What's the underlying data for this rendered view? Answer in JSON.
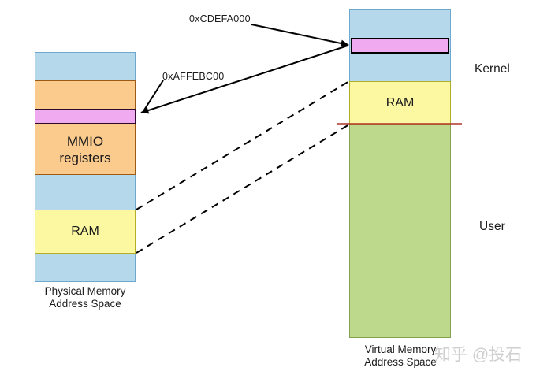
{
  "diagram": {
    "title_implicit": "MMIO physical-to-virtual memory mapping",
    "addresses": {
      "virtual_addr": "0xCDEFA000",
      "physical_addr": "0xAFFEBC00"
    },
    "physical": {
      "mmio_line1": "MMIO",
      "mmio_line2": "registers",
      "ram_label": "RAM",
      "label_line1": "Physical Memory",
      "label_line2": "Address Space"
    },
    "virtual": {
      "ram_label": "RAM",
      "kernel_label": "Kernel",
      "user_label": "User",
      "label_line1": "Virtual Memory",
      "label_line2": "Address Space"
    },
    "watermark": "知乎 @投石",
    "colors": {
      "blue_fill": "#b5d9ea",
      "blue_border": "#6fa8cf",
      "orange_fill": "#fbca8d",
      "orange_border": "#9c5a15",
      "purple_fill": "#f0aaf0",
      "purple_border": "#2d0a2d",
      "yellow_fill": "#fcf8a2",
      "yellow_border": "#b3ae2a",
      "green_fill": "#bcd98c",
      "green_border": "#85a051",
      "red_divider": "#b0372a",
      "line_color": "#000000",
      "watermark_color": "#cfcfcf"
    }
  }
}
